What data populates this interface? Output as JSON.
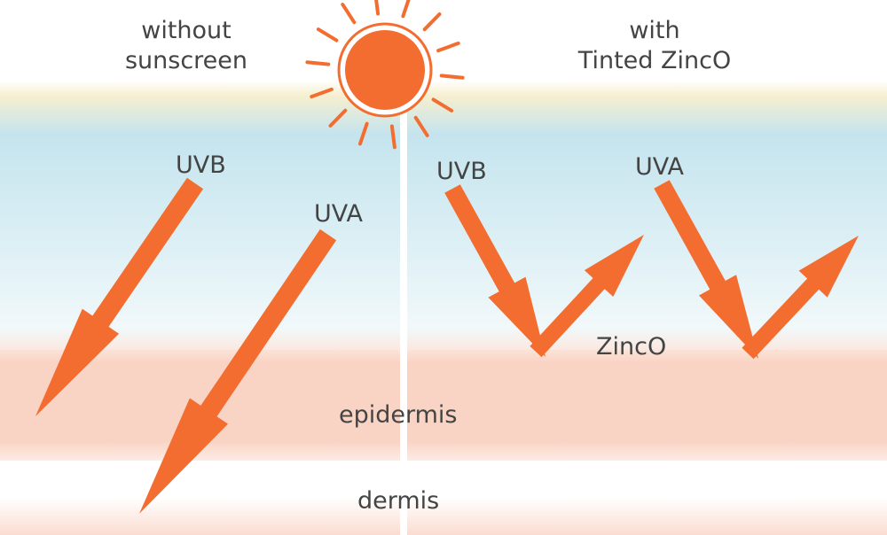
{
  "colors": {
    "ray": "#f26d2f",
    "sun": "#f26d2f",
    "sky_top": "#f6efcf",
    "sky": "#c5e4ee",
    "epidermis": "#f9d3c3",
    "dermis": "#fbdcd0",
    "text": "#444444"
  },
  "icons": {
    "sun": "sun-icon",
    "ray": "arrow-icon"
  },
  "left_panel": {
    "title_line1": "without",
    "title_line2": "sunscreen",
    "uvb_label": "UVB",
    "uva_label": "UVA"
  },
  "right_panel": {
    "title_line1": "with",
    "title_line2": "Tinted ZincO",
    "uvb_label": "UVB",
    "uva_label": "UVA",
    "zinc_label": "ZincO"
  },
  "layers": {
    "epidermis": "epidermis",
    "dermis": "dermis"
  }
}
